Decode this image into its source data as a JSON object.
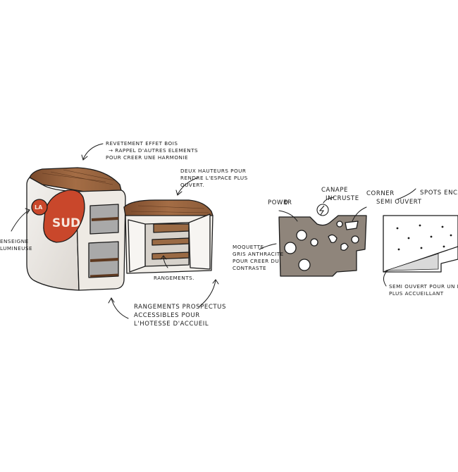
{
  "logo": {
    "badge": "LA",
    "wordmark": "SUD"
  },
  "annotations": {
    "revetement": [
      "Revetement effet bois",
      "→ rappel d'autres elements",
      "pour creer une harmonie"
    ],
    "deux_hauteurs": [
      "Deux hauteurs pour",
      "rendre l'espace plus",
      "ouvert."
    ],
    "enseigne": [
      "enseigne",
      "lumineuse"
    ],
    "rangements": [
      "Rangements."
    ],
    "rangements_prospectus": [
      "Rangements prospectus",
      "accessibles pour",
      "l'hotesse d'accueil"
    ],
    "power": [
      "Power"
    ],
    "canape": [
      "Canape",
      "incruste"
    ],
    "corner": [
      "Corner",
      "semi ouvert"
    ],
    "spots": [
      "Spots enca"
    ],
    "moquette": [
      "Moquette",
      "gris anthracite",
      "pour creer du",
      "contraste"
    ],
    "semi_ouvert": [
      "Semi ouvert pour un e",
      "plus accueillant"
    ]
  },
  "colors": {
    "wood": "#8a5a38",
    "wood_light": "#b07a52",
    "logo_red": "#c9472b",
    "grey": "#a9a9a9",
    "carpet": "#8f857b",
    "outline": "#1b1b1b"
  },
  "icons": [
    "lightning-bolt-icon",
    "heart-icon"
  ]
}
